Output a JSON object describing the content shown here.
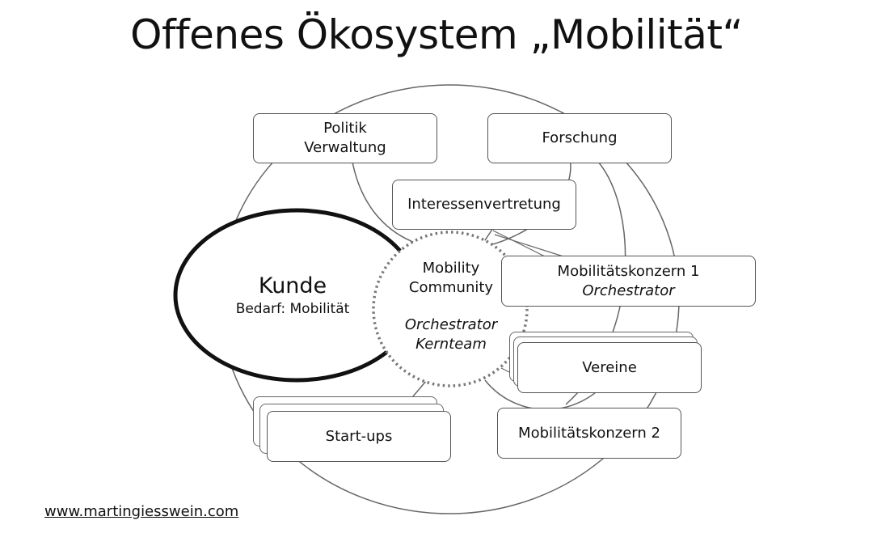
{
  "title": "Offenes Ökosystem „Mobilität“",
  "kunde": {
    "name": "Kunde",
    "need": "Bedarf: Mobilität"
  },
  "center": {
    "line1": "Mobility",
    "line2": "Community",
    "line3": "Orchestrator",
    "line4": "Kernteam"
  },
  "nodes": {
    "politik_line1": "Politik",
    "politik_line2": "Verwaltung",
    "forschung": "Forschung",
    "interessenvertretung": "Interessenvertretung",
    "konzern1_line1": "Mobilitätskonzern 1",
    "konzern1_line2": "Orchestrator",
    "vereine": "Vereine",
    "konzern2": "Mobilitätskonzern 2",
    "startups": "Start-ups"
  },
  "footer": "www.martingiesswein.com",
  "colors": {
    "stroke": "#555555",
    "heavy_stroke": "#111111",
    "dotted": "#777777",
    "background": "#ffffff"
  }
}
